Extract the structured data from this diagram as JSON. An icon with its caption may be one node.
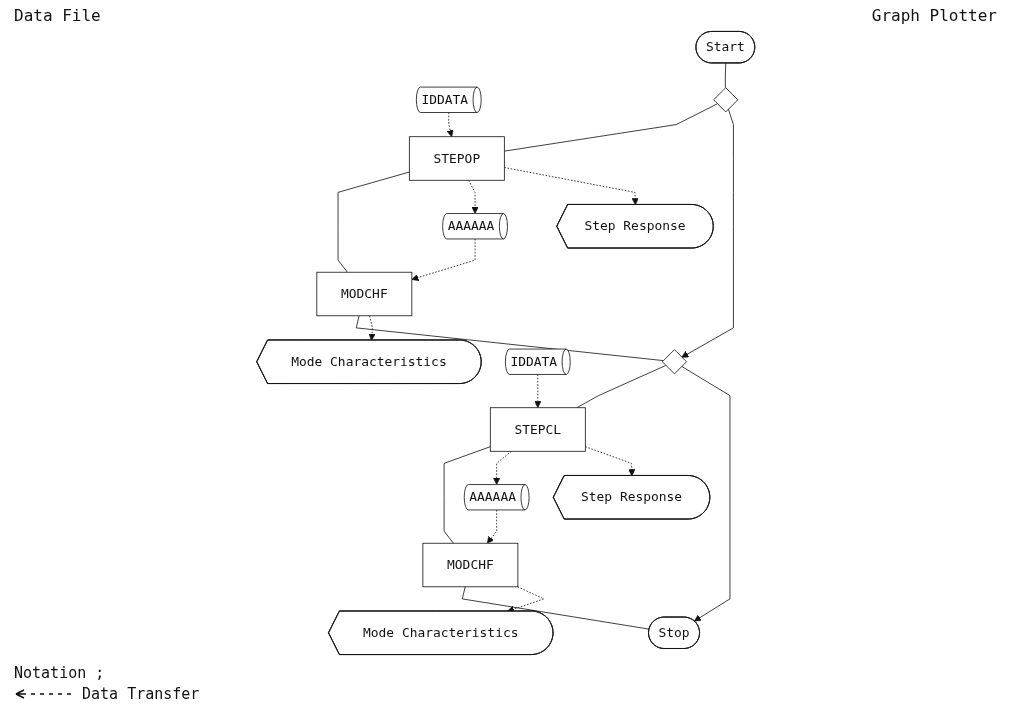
{
  "diagram": {
    "nodes": [
      {
        "text": [
          "Start"
        ]
      },
      {
        "text": [
          "IDDATA"
        ]
      },
      {
        "text": [],
        "shape": "diamond"
      },
      {
        "text": [
          "AAAAAA"
        ]
      },
      {
        "text": [
          "STEPOP"
        ]
      },
      {
        "text": [
          "Step Response"
        ]
      },
      {
        "text": [
          "MODCHF"
        ]
      },
      {
        "text": [
          "Mode Characteristics"
        ]
      },
      {
        "text": [
          "IDDATA"
        ]
      },
      {
        "text": [],
        "shape": "diamond"
      },
      {
        "text": [
          "AAAAAA"
        ]
      },
      {
        "text": [
          "STEPCL"
        ]
      },
      {
        "text": [
          "Step Response"
        ]
      },
      {
        "text": [
          "MODCHF"
        ]
      },
      {
        "text": [
          "Mode Characteristics"
        ]
      },
      {
        "text": [
          "Stop"
        ]
      }
    ],
    "edges": [
      {
        "from": 0,
        "to": 2,
        "arrow": "none"
      },
      {
        "from": 2,
        "to": 4,
        "arrow": "none"
      },
      {
        "from": 4,
        "to": 6,
        "arrow": "none"
      },
      {
        "from": 6,
        "to": 9,
        "arrow": "none"
      },
      {
        "from": 2,
        "to": 9,
        "arrow": "to"
      },
      {
        "from": 1,
        "to": 4,
        "arrow": "to",
        "style": "dashed"
      },
      {
        "from": 4,
        "to": 3,
        "arrow": "to",
        "style": "dashed"
      },
      {
        "from": 3,
        "to": 6,
        "arrow": "to",
        "style": "dashed"
      },
      {
        "from": 4,
        "to": 5,
        "arrow": "to",
        "style": "dashed"
      },
      {
        "from": 6,
        "to": 7,
        "arrow": "to",
        "style": "dashed"
      },
      {
        "from": 9,
        "to": 11,
        "arrow": "none"
      },
      {
        "from": 11,
        "to": 13,
        "arrow": "none"
      },
      {
        "from": 13,
        "to": 15,
        "arrow": "none"
      },
      {
        "from": 9,
        "to": 15,
        "arrow": "to"
      },
      {
        "from": 8,
        "to": 11,
        "arrow": "to",
        "style": "dashed"
      },
      {
        "from": 11,
        "to": 10,
        "arrow": "to",
        "style": "dashed"
      },
      {
        "from": 10,
        "to": 13,
        "arrow": "to",
        "style": "dashed"
      },
      {
        "from": 11,
        "to": 12,
        "arrow": "to",
        "style": "dashed"
      },
      {
        "from": 13,
        "to": 14,
        "arrow": "to",
        "style": "dashed"
      }
    ],
    "labels": [
      "Data File",
      "Graph Plotter",
      "Notation ;"
    ],
    "legend": [
      {
        "text": "Data Transfer"
      }
    ]
  }
}
